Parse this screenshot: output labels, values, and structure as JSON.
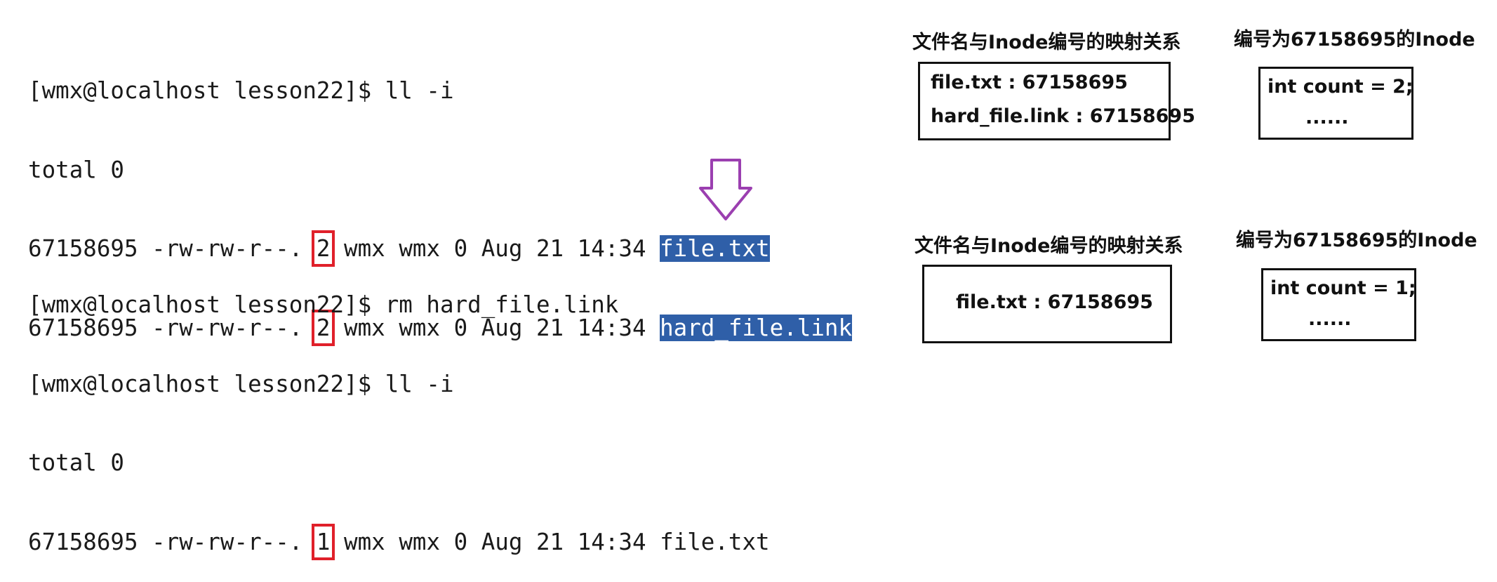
{
  "terminal_top": {
    "lines": [
      {
        "text": "[wmx@localhost lesson22]$ ll -i"
      },
      {
        "text": "total 0"
      },
      {
        "pre": "67158695 -rw-rw-r--. ",
        "count": "2",
        "mid": " wmx wmx 0 Aug 21 14:34 ",
        "name": "file.txt"
      },
      {
        "pre": "67158695 -rw-rw-r--. ",
        "count": "2",
        "mid": " wmx wmx 0 Aug 21 14:34 ",
        "name": "hard_file.link"
      }
    ]
  },
  "terminal_bottom": {
    "lines": [
      {
        "text": "[wmx@localhost lesson22]$ rm hard_file.link"
      },
      {
        "text": "[wmx@localhost lesson22]$ ll -i"
      },
      {
        "text": "total 0"
      },
      {
        "pre": "67158695 -rw-rw-r--. ",
        "count": "1",
        "mid": " wmx wmx 0 Aug 21 14:34 ",
        "name": "file.txt"
      }
    ]
  },
  "mapping_top": {
    "title": "文件名与Inode编号的映射关系",
    "entries": [
      "file.txt : 67158695",
      "hard_file.link : 67158695"
    ]
  },
  "inode_top": {
    "title": "编号为67158695的Inode",
    "lines": [
      "int count = 2;",
      "......"
    ]
  },
  "mapping_bottom": {
    "title": "文件名与Inode编号的映射关系",
    "entries": [
      "file.txt : 67158695"
    ]
  },
  "inode_bottom": {
    "title": "编号为67158695的Inode",
    "lines": [
      "int count = 1;",
      "......"
    ]
  },
  "colors": {
    "highlight": "#2f5fa8",
    "count_box": "#e0202a",
    "arrow": "#9b3fb0"
  },
  "icons": {
    "transition": "down-arrow-icon"
  }
}
